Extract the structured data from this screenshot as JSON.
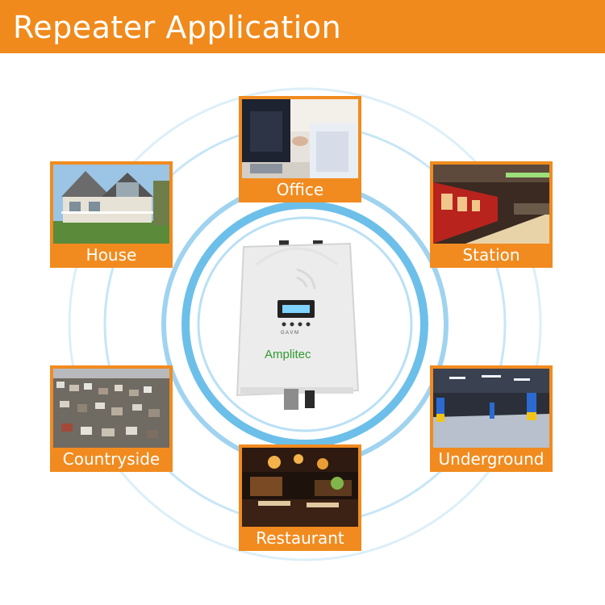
{
  "banner": {
    "title": "Repeater Application"
  },
  "cards": [
    {
      "id": "office",
      "label": "Office"
    },
    {
      "id": "house",
      "label": "House"
    },
    {
      "id": "station",
      "label": "Station"
    },
    {
      "id": "countryside",
      "label": "Countryside"
    },
    {
      "id": "underground",
      "label": "Underground"
    },
    {
      "id": "restaurant",
      "label": "Restaurant"
    }
  ],
  "device": {
    "brand": "Amplitec",
    "indicators": "G A V M"
  },
  "colors": {
    "accent": "#f18b1f",
    "ring": "#a9d8f0",
    "ring_inner": "#6fc0ea"
  }
}
